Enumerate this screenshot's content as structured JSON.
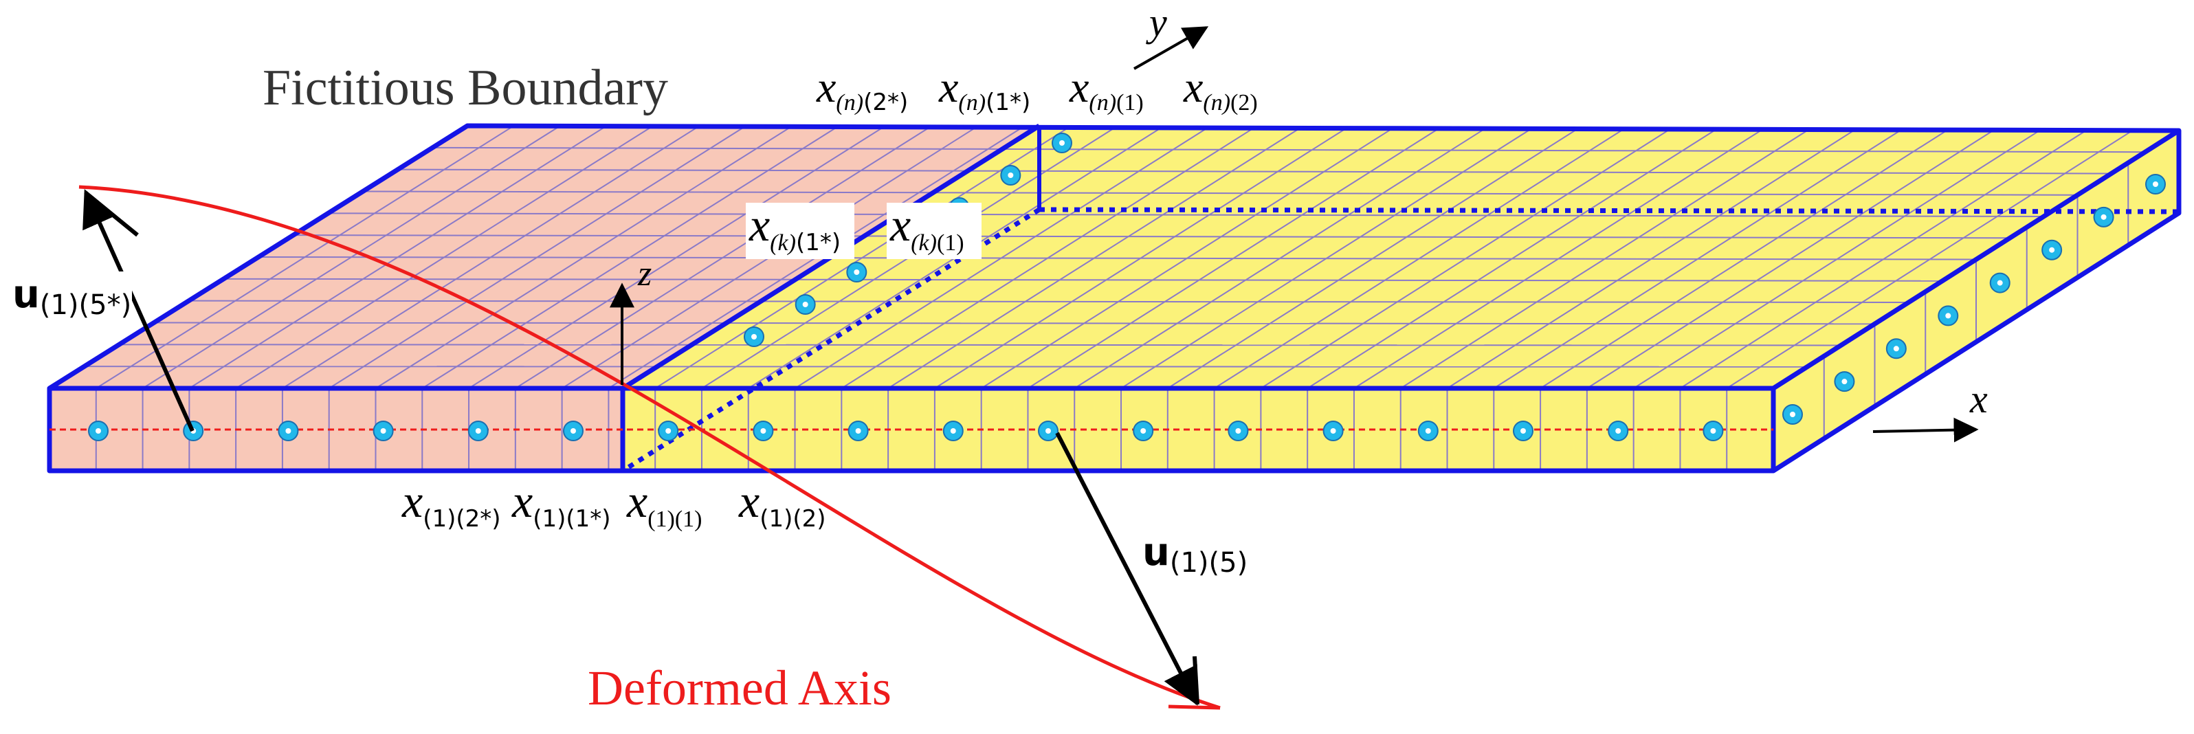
{
  "colors": {
    "outline": "#1414e6",
    "fictitious_fill": "#f8c8b8",
    "real_fill": "#fbf27a",
    "grid_line": "#8a7ac8",
    "node": "#22b8ea",
    "deformed_axis": "#ee1c1c",
    "arrow": "#000000"
  },
  "labels": {
    "fictitious_boundary": "Fictitious Boundary",
    "deformed_axis": "Deformed Axis",
    "axis_x": "x",
    "axis_y": "y",
    "axis_z": "z",
    "disp_1_5": {
      "bold": "u",
      "sub": "(1)(5)"
    },
    "disp_1_5star": {
      "bold": "u",
      "sub": "(1)(5*)"
    },
    "nodes_top": [
      {
        "main": "x",
        "sub_italic": "(n)",
        "sub_plain": "(2*)"
      },
      {
        "main": "x",
        "sub_italic": "(n)",
        "sub_plain": "(1*)"
      },
      {
        "main": "x",
        "sub_italic": "(n)",
        "sub_plain": "(1)"
      },
      {
        "main": "x",
        "sub_italic": "(n)",
        "sub_plain": "(2)"
      }
    ],
    "nodes_mid": [
      {
        "main": "x",
        "sub_italic": "(k)",
        "sub_plain": "(1*)"
      },
      {
        "main": "x",
        "sub_italic": "(k)",
        "sub_plain": "(1)"
      }
    ],
    "nodes_bottom": [
      {
        "main": "x",
        "sub_plain": "(1)(2*)"
      },
      {
        "main": "x",
        "sub_plain": "(1)(1*)"
      },
      {
        "main": "x",
        "sub_plain": "(1)(1)"
      },
      {
        "main": "x",
        "sub_plain": "(1)(2)"
      }
    ]
  }
}
